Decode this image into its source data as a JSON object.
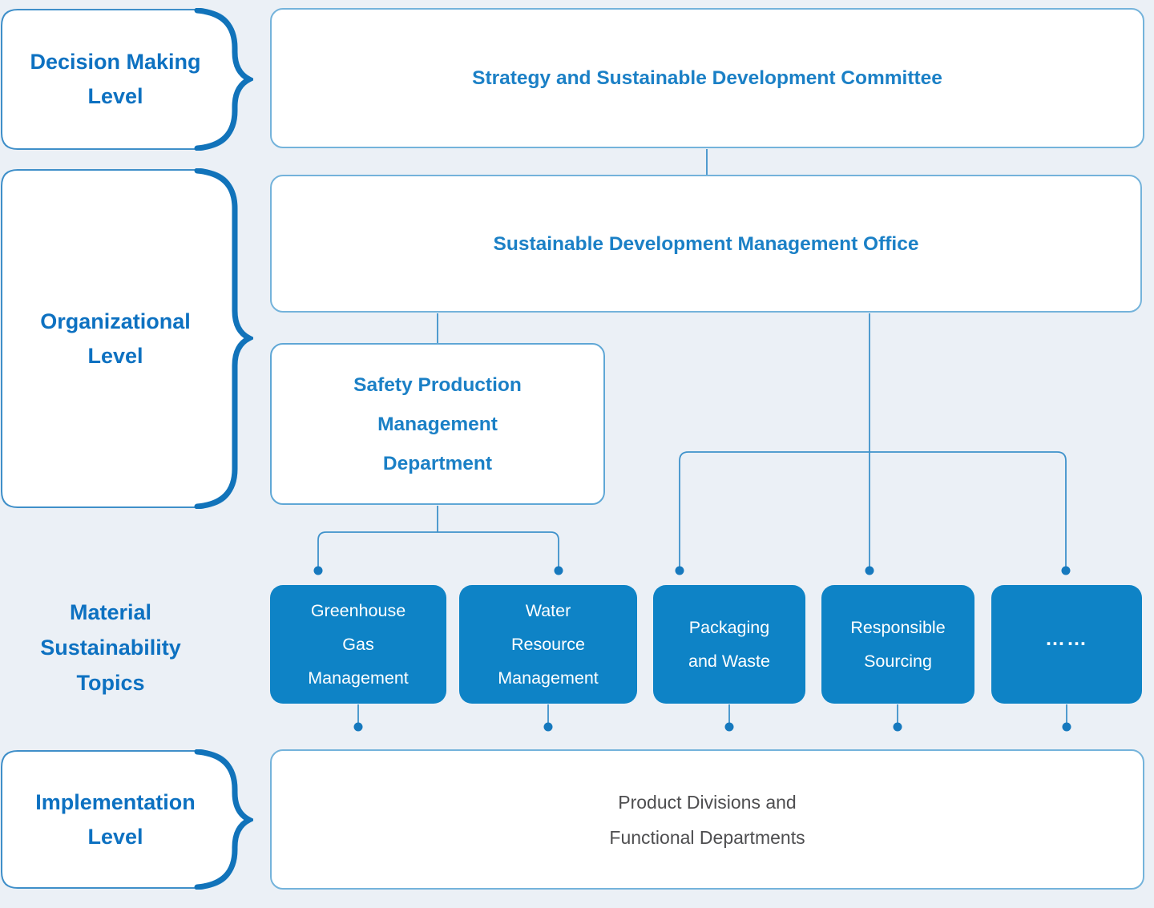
{
  "palette": {
    "background": "#ebf0f6",
    "brace_blue": "#1173ba",
    "label_text": "#0d71c1",
    "node_border": "#74b3db",
    "node_text": "#1b80c6",
    "topic_fill": "#0e83c6",
    "topic_text": "#ffffff",
    "connector_line": "#3f92cb",
    "connector_dot": "#1679be",
    "implementation_text": "#4e4e50"
  },
  "levels": {
    "decision": {
      "lines": [
        "Decision Making",
        "Level"
      ]
    },
    "organizational": {
      "lines": [
        "Organizational",
        "Level"
      ]
    },
    "material": {
      "lines": [
        "Material",
        "Sustainability",
        "Topics"
      ]
    },
    "implementation": {
      "lines": [
        "Implementation",
        "Level"
      ]
    }
  },
  "nodes": {
    "committee": {
      "label": "Strategy and Sustainable Development Committee"
    },
    "office": {
      "label": "Sustainable Development Management Office"
    },
    "safety": {
      "lines": [
        "Safety Production",
        "Management",
        "Department"
      ]
    },
    "product": {
      "lines": [
        "Product Divisions and",
        "Functional Departments"
      ]
    }
  },
  "topics": [
    {
      "id": "greenhouse-gas-management",
      "lines": [
        "Greenhouse",
        "Gas",
        "Management"
      ]
    },
    {
      "id": "water-resource-management",
      "lines": [
        "Water",
        "Resource",
        "Management"
      ]
    },
    {
      "id": "packaging-and-waste",
      "lines": [
        "Packaging",
        "and Waste"
      ]
    },
    {
      "id": "responsible-sourcing",
      "lines": [
        "Responsible",
        "Sourcing"
      ]
    },
    {
      "id": "more-topics",
      "lines": [
        "……"
      ]
    }
  ]
}
